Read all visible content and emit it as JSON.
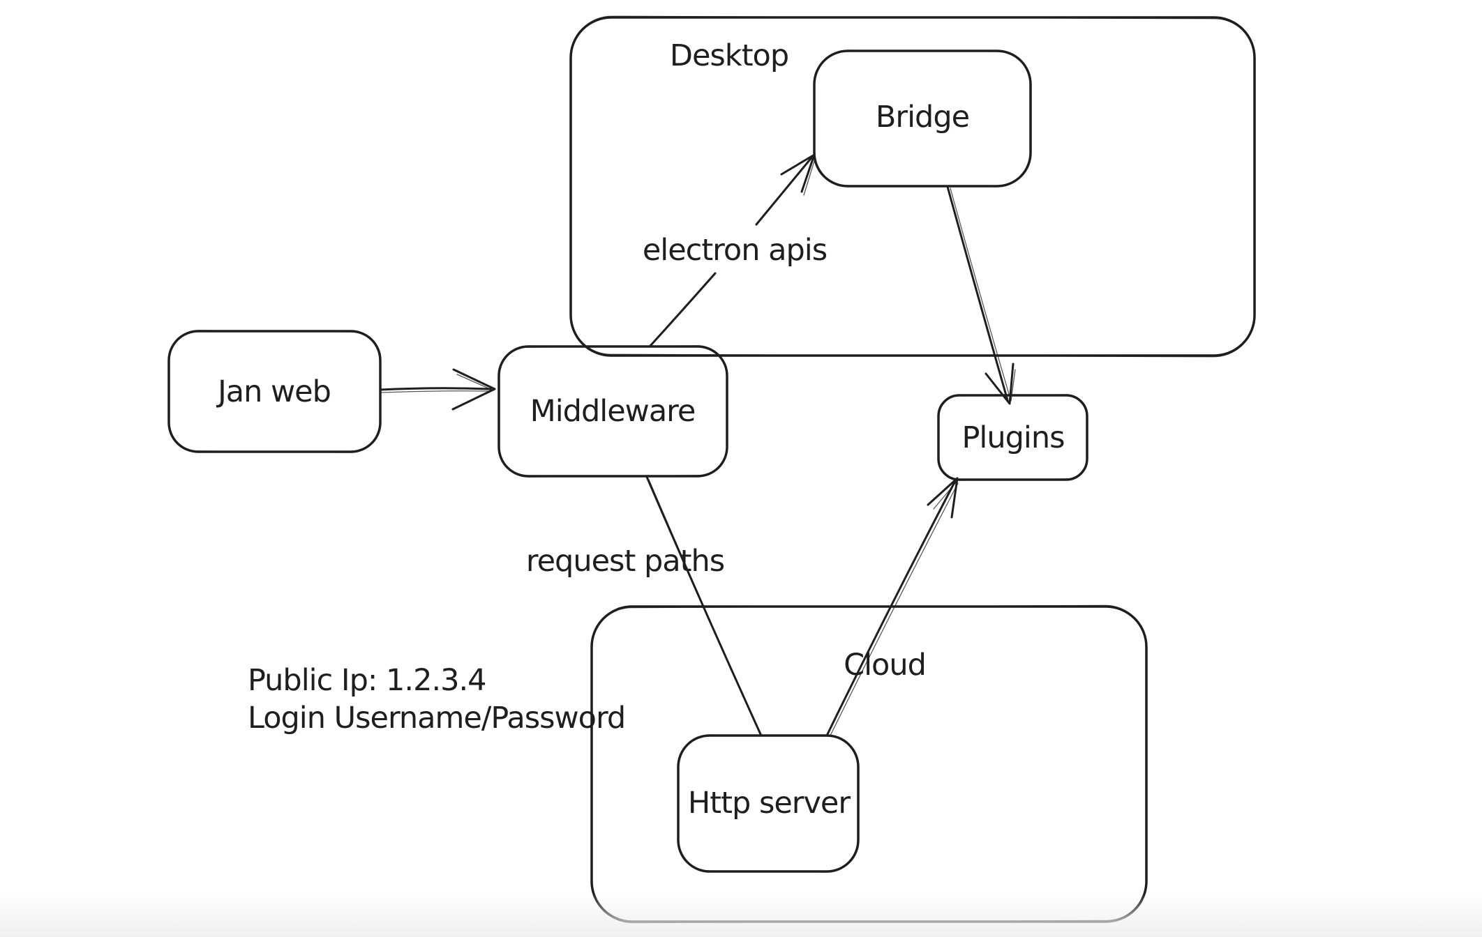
{
  "diagram": {
    "background_color": "#ffffff",
    "stroke_color": "#1e1e1e",
    "containers": [
      {
        "id": "desktop",
        "label": "Desktop"
      },
      {
        "id": "cloud",
        "label": "Cloud"
      }
    ],
    "nodes": [
      {
        "id": "jan-web",
        "label": "Jan web"
      },
      {
        "id": "middleware",
        "label": "Middleware"
      },
      {
        "id": "bridge",
        "label": "Bridge"
      },
      {
        "id": "plugins",
        "label": "Plugins"
      },
      {
        "id": "http-server",
        "label": "Http server"
      }
    ],
    "edges": [
      {
        "id": "janweb-to-middleware",
        "from": "Jan web",
        "to": "Middleware",
        "label": ""
      },
      {
        "id": "middleware-to-bridge",
        "from": "Middleware",
        "to": "Bridge",
        "label": "electron apis"
      },
      {
        "id": "bridge-to-plugins",
        "from": "Bridge",
        "to": "Plugins",
        "label": ""
      },
      {
        "id": "middleware-to-http",
        "from": "Middleware",
        "to": "Http server",
        "label": "request paths"
      },
      {
        "id": "http-to-plugins",
        "from": "Http server",
        "to": "Plugins",
        "label": ""
      }
    ],
    "edge_labels": [
      {
        "id": "electron-apis",
        "label": "electron apis"
      },
      {
        "id": "request-paths",
        "label": "request paths"
      }
    ],
    "annotations": [
      "Public Ip: 1.2.3.4",
      "Login Username/Password"
    ]
  }
}
